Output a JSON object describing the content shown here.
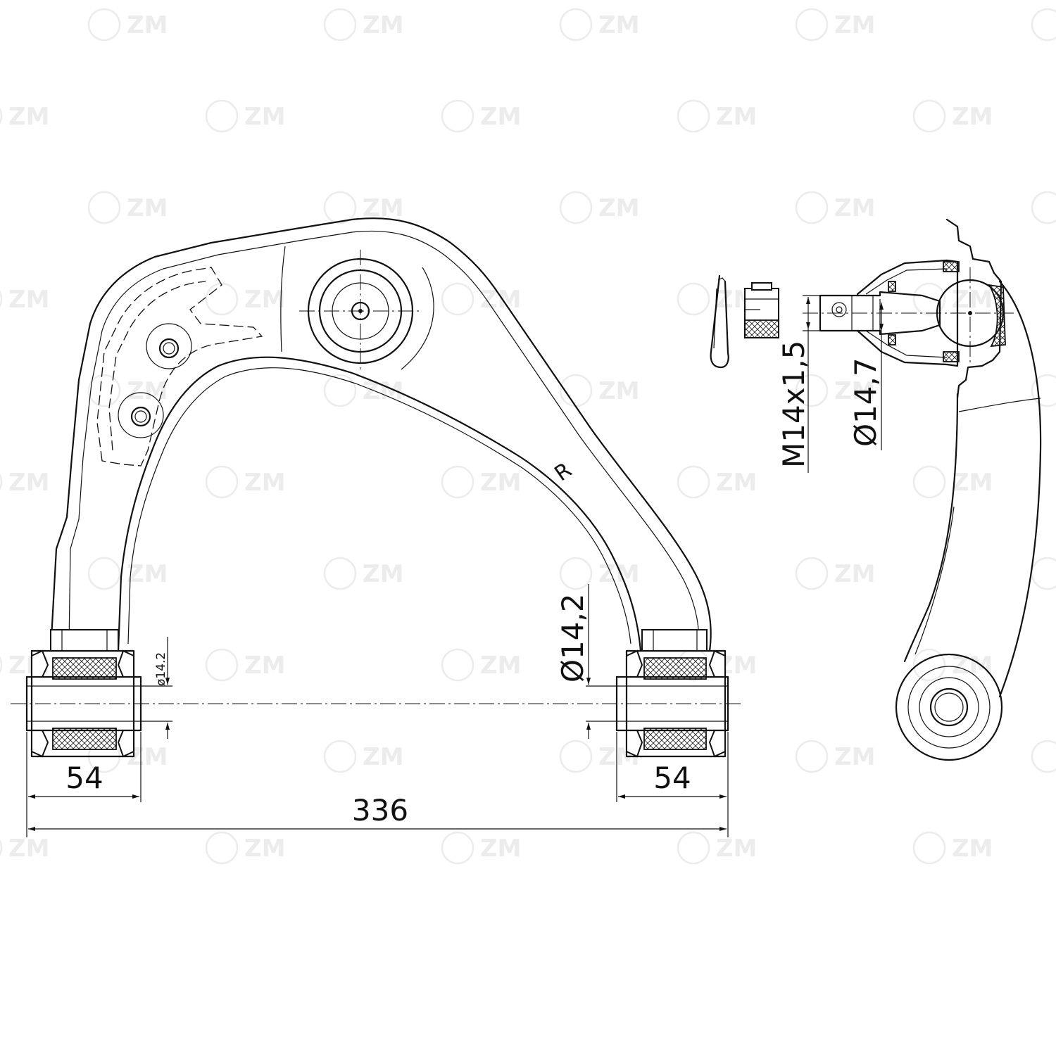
{
  "watermark": "ZM",
  "labels": {
    "side_marker": "R",
    "bushing_bore_small": "ø14.2"
  },
  "dimensions": {
    "bushing_width_left": "54",
    "bushing_width_right": "54",
    "overall_length": "336",
    "bushing_bore": "Ø14,2",
    "thread": "M14x1,5",
    "ball_pin_diameter": "Ø14,7"
  }
}
